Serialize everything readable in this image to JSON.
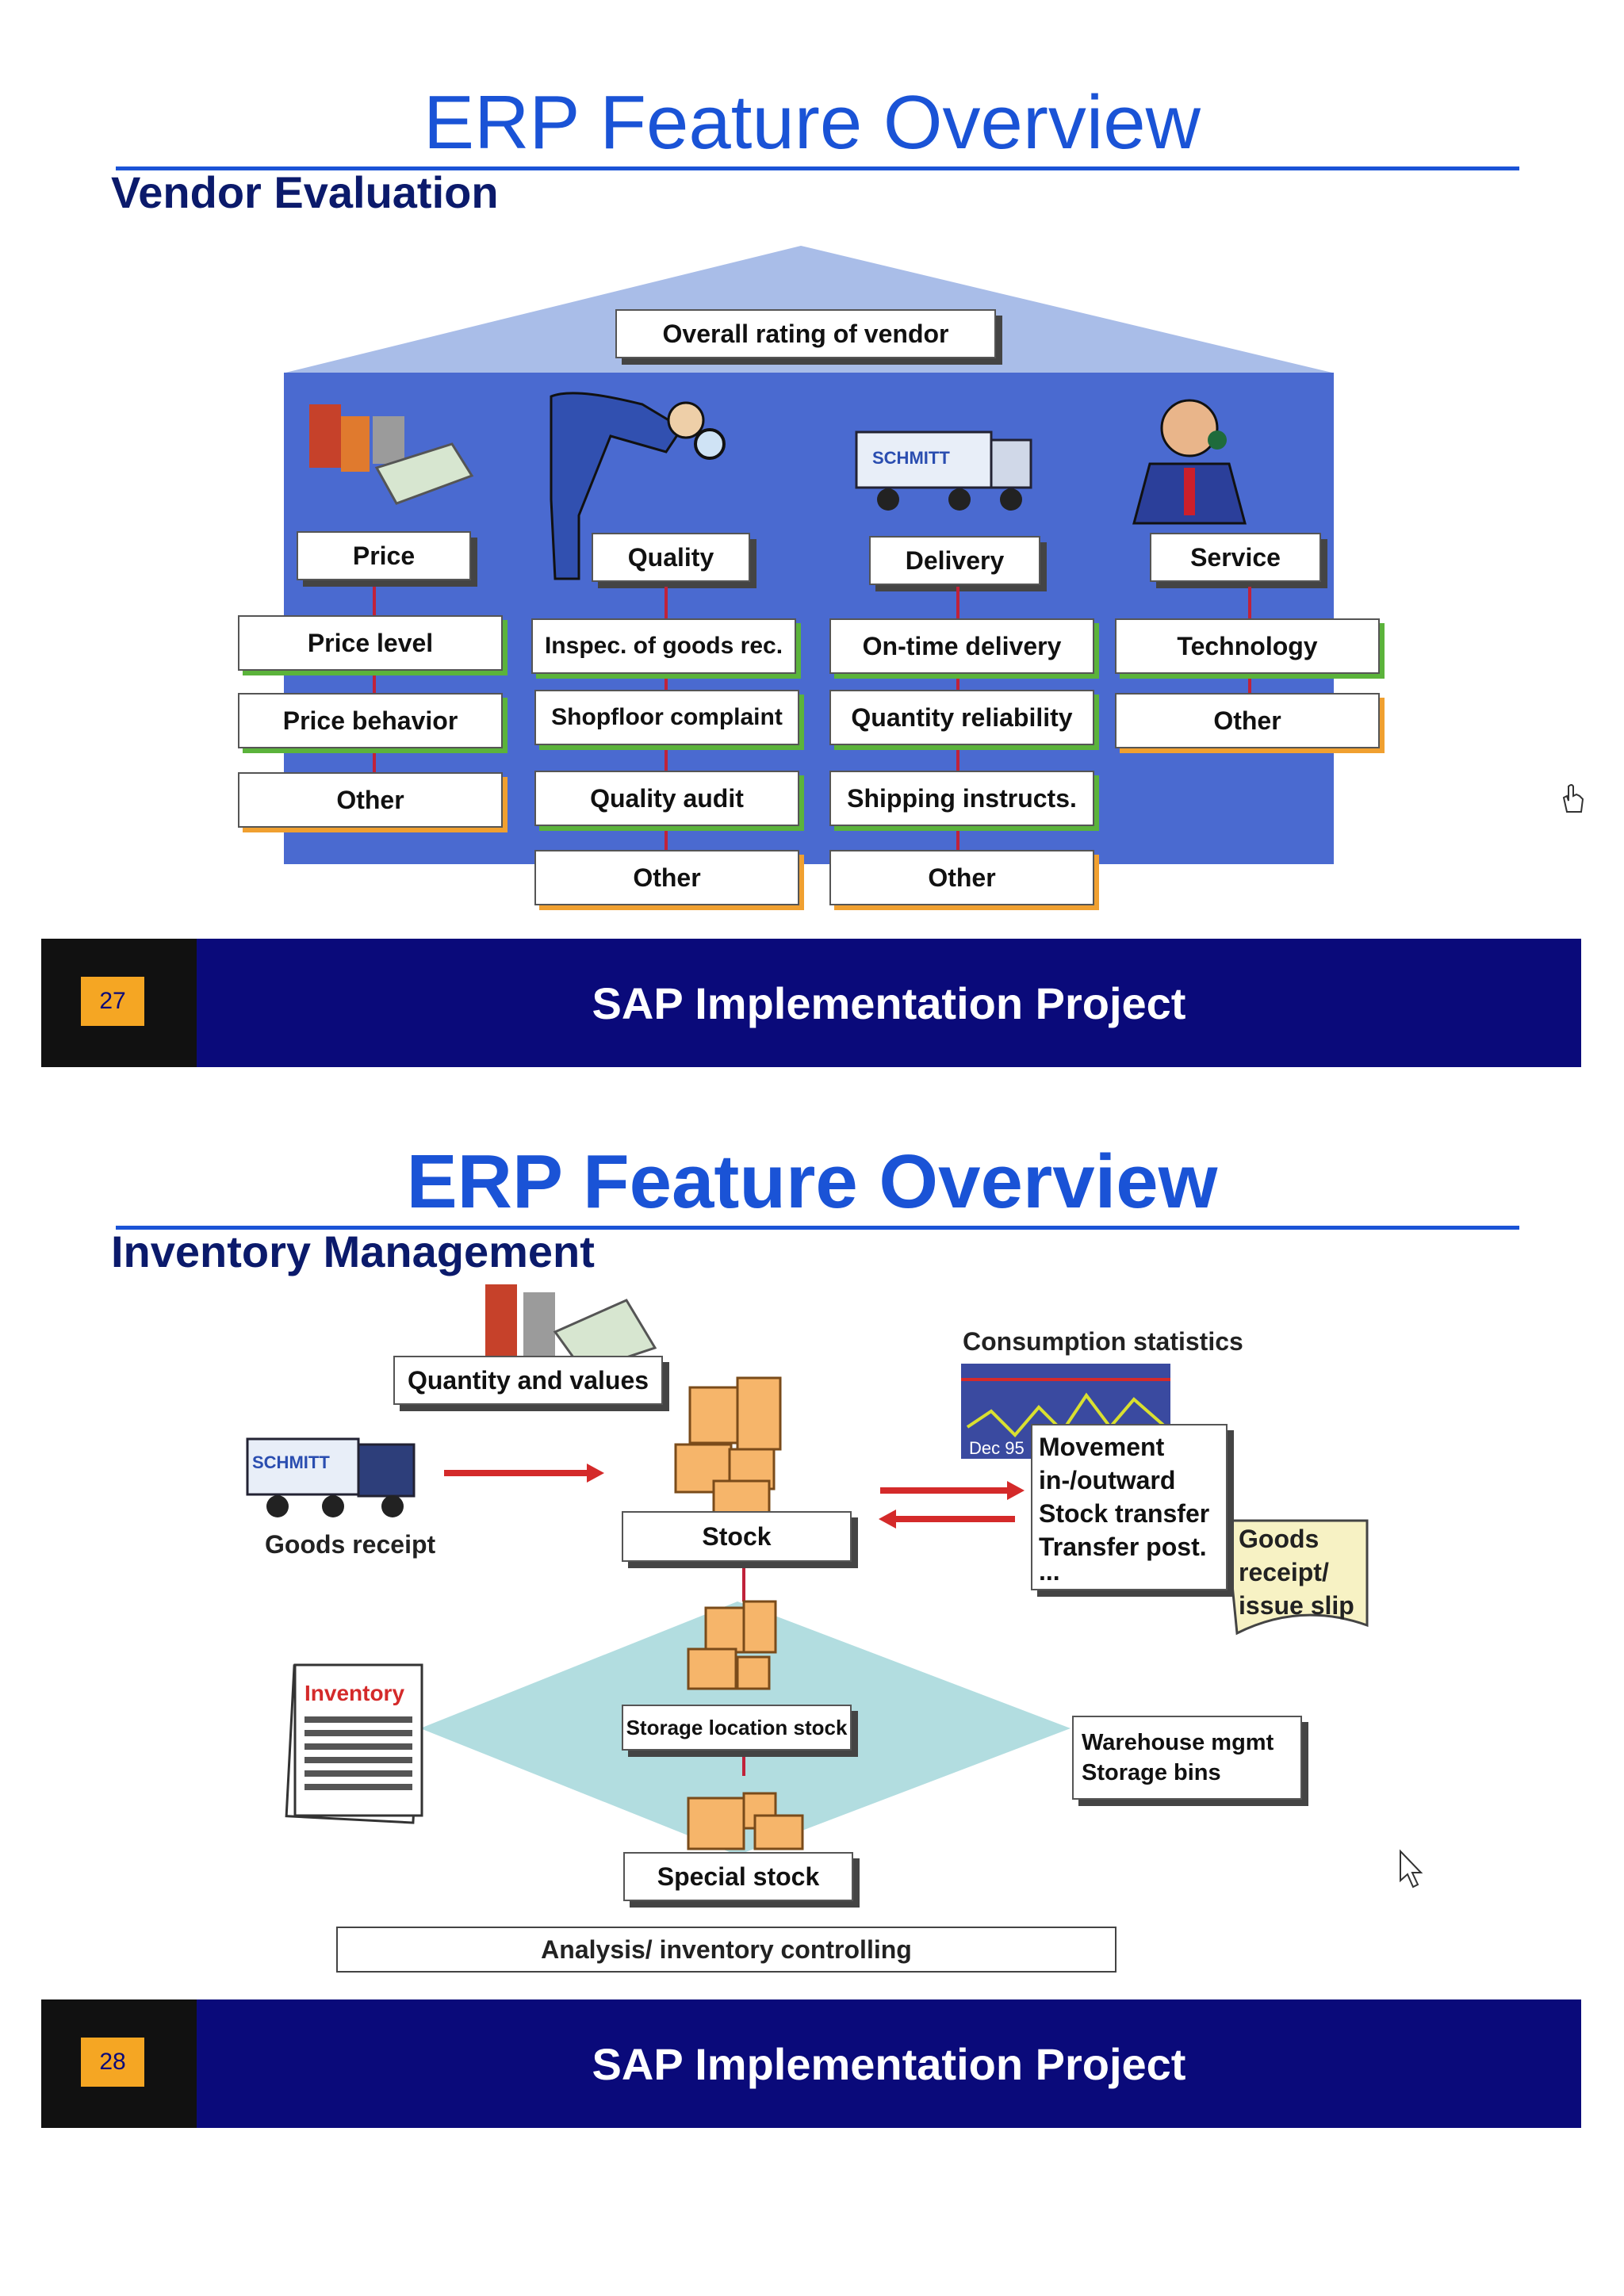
{
  "slide1": {
    "title": "ERP Feature Overview",
    "subtitle": "Vendor Evaluation",
    "overall": "Overall rating of vendor",
    "truck_text": "SCHMITT",
    "columns": [
      {
        "head": "Price",
        "items": [
          "Price level",
          "Price behavior",
          "Other"
        ]
      },
      {
        "head": "Quality",
        "items": [
          "Inspec. of goods rec.",
          "Shopfloor complaint",
          "Quality audit",
          "Other"
        ]
      },
      {
        "head": "Delivery",
        "items": [
          "On-time delivery",
          "Quantity reliability",
          "Shipping instructs.",
          "Other"
        ]
      },
      {
        "head": "Service",
        "items": [
          "Technology",
          "Other"
        ]
      }
    ],
    "footer_num": "27",
    "footer_text": "SAP Implementation Project"
  },
  "slide2": {
    "title": "ERP Feature Overview",
    "subtitle": "Inventory Management",
    "quantity_values": "Quantity and values",
    "consumption": "Consumption statistics",
    "chart_date": "Dec 95",
    "truck_text": "SCHMITT",
    "goods_receipt": "Goods receipt",
    "stock": "Stock",
    "movements": [
      "Movement",
      "in-/outward",
      "Stock transfer",
      "Transfer post.",
      "..."
    ],
    "slip": [
      "Goods",
      "receipt/",
      "issue slip"
    ],
    "inventory_doc": "Inventory",
    "storage_location": "Storage location stock",
    "warehouse": [
      "Warehouse mgmt",
      "Storage bins"
    ],
    "special_stock": "Special stock",
    "analysis": "Analysis/ inventory controlling",
    "footer_num": "28",
    "footer_text": "SAP Implementation Project"
  },
  "colors": {
    "title_blue": "#1a53d6",
    "navy": "#0a0a7a",
    "accent_orange": "#f5a623",
    "house_blue": "#4a6ad0"
  }
}
